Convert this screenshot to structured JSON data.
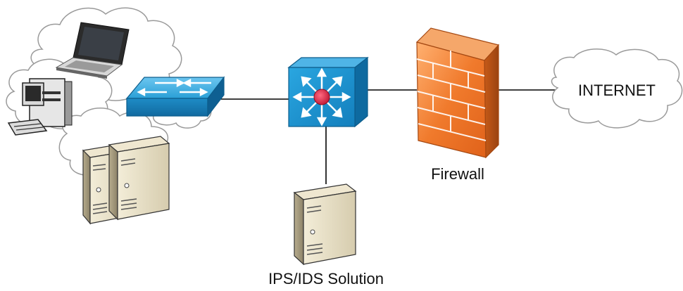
{
  "labels": {
    "internet": "INTERNET",
    "firewall": "Firewall",
    "ips_ids": "IPS/IDS Solution"
  },
  "icons": {
    "lan_cloud": "cloud-icon",
    "internet_cloud": "cloud-icon",
    "laptop": "laptop-icon",
    "workstation": "desktop-computer-icon",
    "servers": "server-tower-icon",
    "access_switch": "network-switch-icon",
    "core_switch": "layer3-switch-icon",
    "firewall": "firewall-icon",
    "ips_server": "server-tower-icon"
  },
  "colors": {
    "switch_blue": "#1a8fc9",
    "switch_dark": "#0d5d8c",
    "firewall_orange": "#f07a2c",
    "firewall_dark": "#b24a12",
    "router_red": "#d9304a",
    "server_beige": "#e8e0c8",
    "cloud_stroke": "#9a9a9a",
    "link": "#000000"
  }
}
